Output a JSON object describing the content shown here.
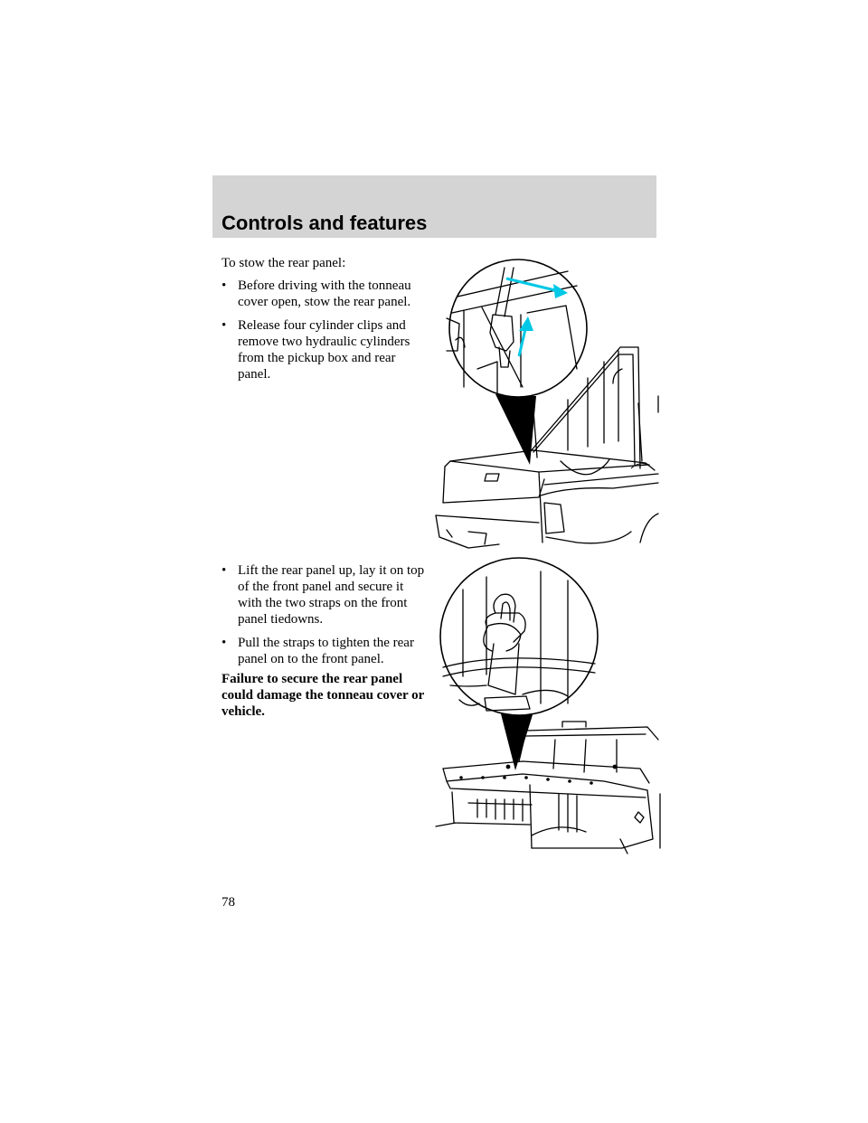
{
  "header": {
    "section_title": "Controls and features"
  },
  "intro": "To stow the rear panel:",
  "bullets_1": [
    "Before driving with the tonneau cover open, stow the rear panel.",
    "Release four cylinder clips and remove two hydraulic cylinders from the pickup box and rear panel."
  ],
  "bullets_2": [
    "Lift the rear panel up, lay it on top of the front panel and secure it with the two straps on the front panel tiedowns.",
    "Pull the straps to tighten the rear panel on to the front panel."
  ],
  "warning": "Failure to secure the rear panel could damage the tonneau cover or vehicle.",
  "bullet_symbol": "•",
  "page_number": "78",
  "colors": {
    "header_band": "#d4d4d4",
    "arrow_accent": "#00c8e6"
  }
}
